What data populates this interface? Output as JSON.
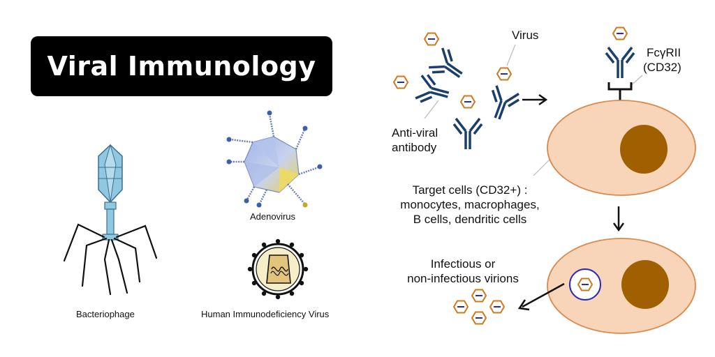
{
  "title": "Viral Immunology",
  "left_panel": {
    "bacteriophage_label": "Bacteriophage",
    "adenovirus_label": "Adenovirus",
    "hiv_label": "Human Immunodeficiency Virus"
  },
  "right_panel": {
    "virus_label": "Virus",
    "antibody_label_line1": "Anti-viral",
    "antibody_label_line2": "antibody",
    "receptor_label_line1": "FcγRII",
    "receptor_label_line2": "(CD32)",
    "target_cells_line1": "Target cells (CD32+) :",
    "target_cells_line2": "monocytes, macrophages,",
    "target_cells_line3": "B cells, dendritic cells",
    "virions_line1": "Infectious or",
    "virions_line2": "non-infectious virions"
  },
  "colors": {
    "title_bg": "#000000",
    "title_text": "#ffffff",
    "antibody": "#1b3f6b",
    "virus_outline": "#cc7a1e",
    "cell_fill": "#f8d5b8",
    "cell_outline": "#d98a4e",
    "nucleus": "#a06000",
    "vesicle": "#2a2ab8",
    "phage": "#8fc8e0"
  }
}
